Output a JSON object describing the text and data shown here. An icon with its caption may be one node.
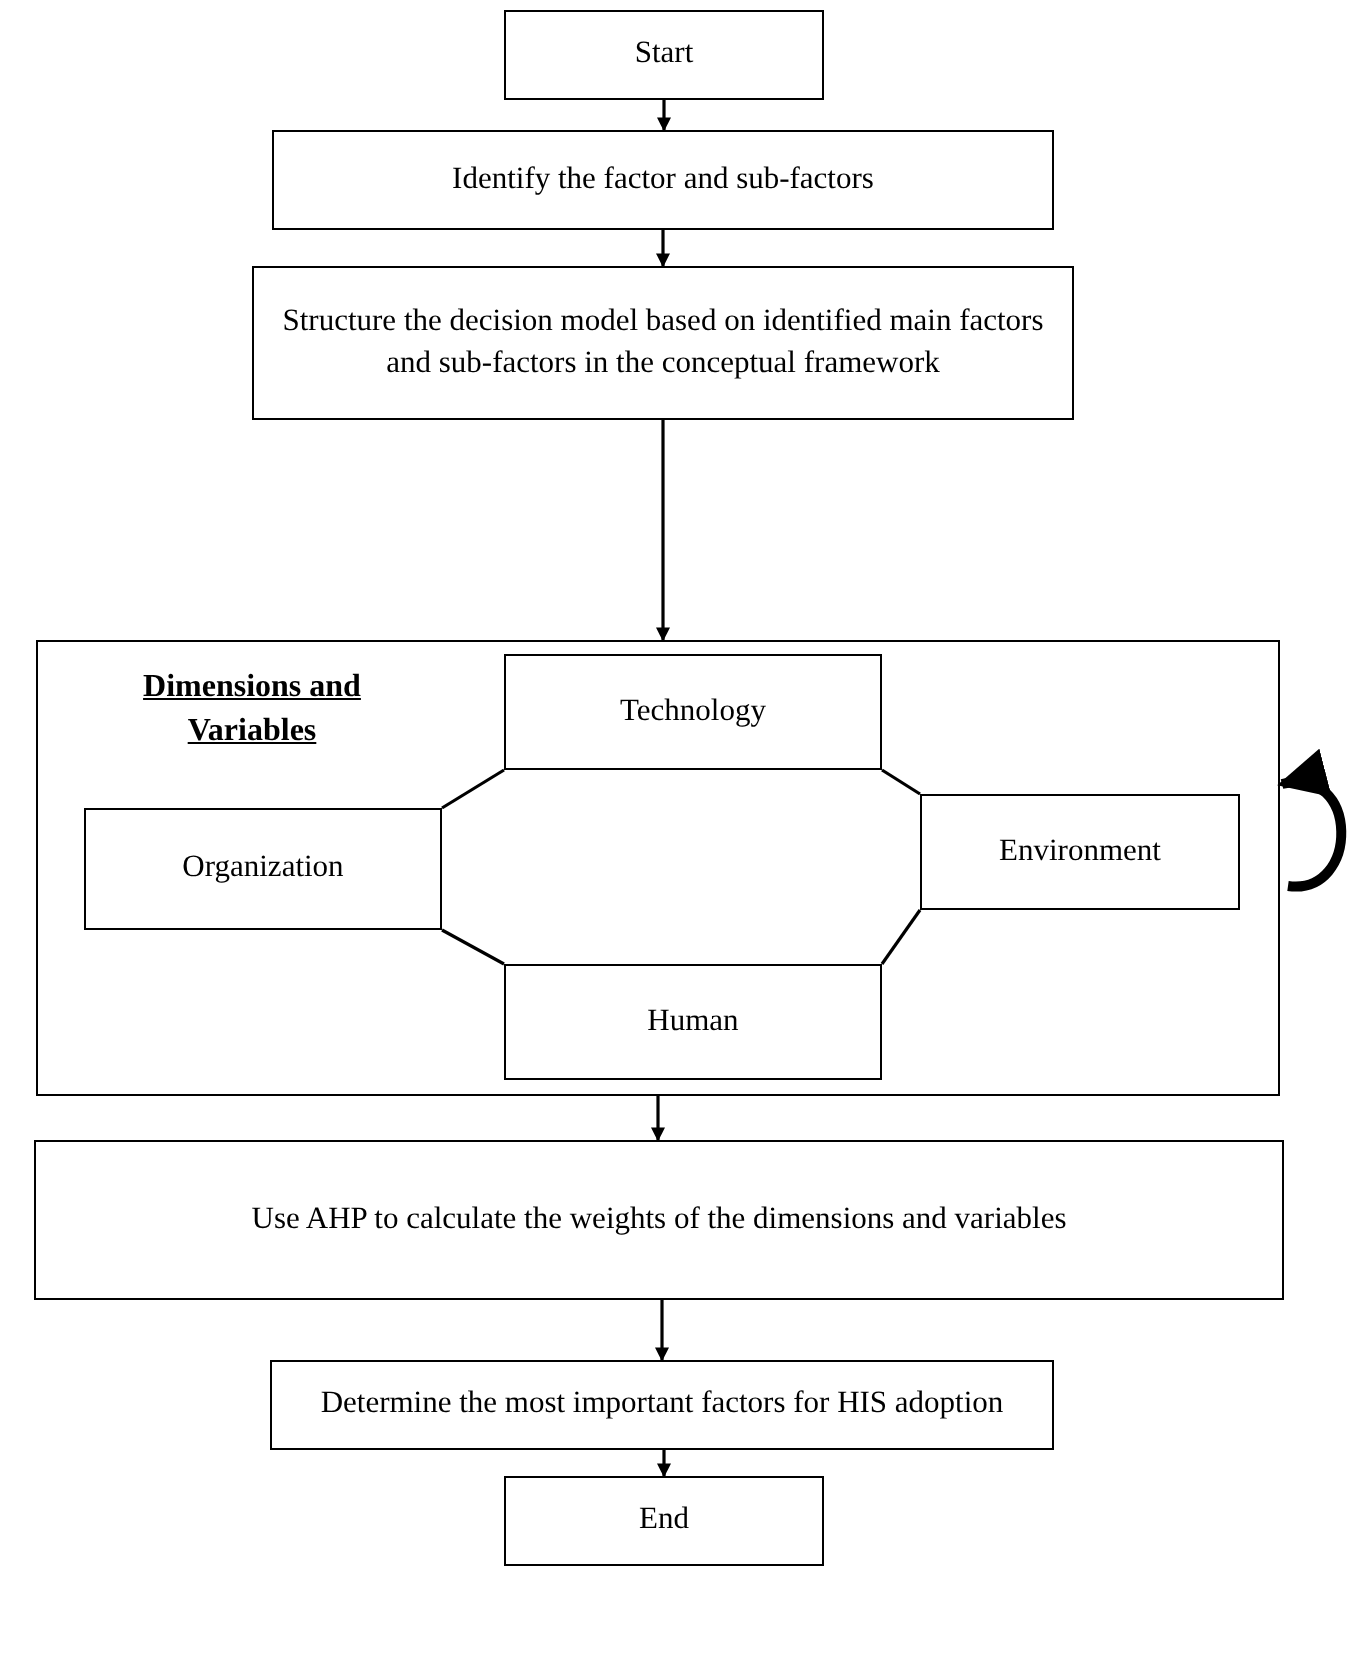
{
  "diagram": {
    "nodes": [
      {
        "text": [
          "Start"
        ]
      },
      {
        "text": [
          "Identify the factor and sub-factors"
        ]
      },
      {
        "text": [
          "Structure the decision model based on identified main factors and sub-factors in the conceptual framework"
        ]
      },
      {
        "text": [
          "Dimensions and Variables"
        ]
      },
      {
        "text": [
          "Technology"
        ],
        "in": 3
      },
      {
        "text": [
          "Organization"
        ],
        "in": 3
      },
      {
        "text": [
          "Environment"
        ],
        "in": 3
      },
      {
        "text": [
          "Human"
        ],
        "in": 3
      },
      {
        "text": [
          "Use AHP to calculate the weights of the dimensions and variables"
        ]
      },
      {
        "text": [
          "Determine the most important factors for HIS adoption"
        ]
      },
      {
        "text": [
          "End"
        ]
      }
    ],
    "edges": [
      {
        "from": 0,
        "to": 1,
        "arrow": "to"
      },
      {
        "from": 1,
        "to": 2,
        "arrow": "to"
      },
      {
        "from": 2,
        "to": 3,
        "arrow": "to"
      },
      {
        "from": 5,
        "to": 4,
        "arrow": "none"
      },
      {
        "from": 4,
        "to": 6,
        "arrow": "none"
      },
      {
        "from": 6,
        "to": 7,
        "arrow": "none"
      },
      {
        "from": 7,
        "to": 5,
        "arrow": "none"
      },
      {
        "from": null,
        "to": 3,
        "arrow": "to",
        "style": "thick"
      },
      {
        "from": 3,
        "to": 8,
        "arrow": "to"
      },
      {
        "from": 8,
        "to": 9,
        "arrow": "to"
      },
      {
        "from": 9,
        "to": 10,
        "arrow": "to"
      }
    ]
  }
}
